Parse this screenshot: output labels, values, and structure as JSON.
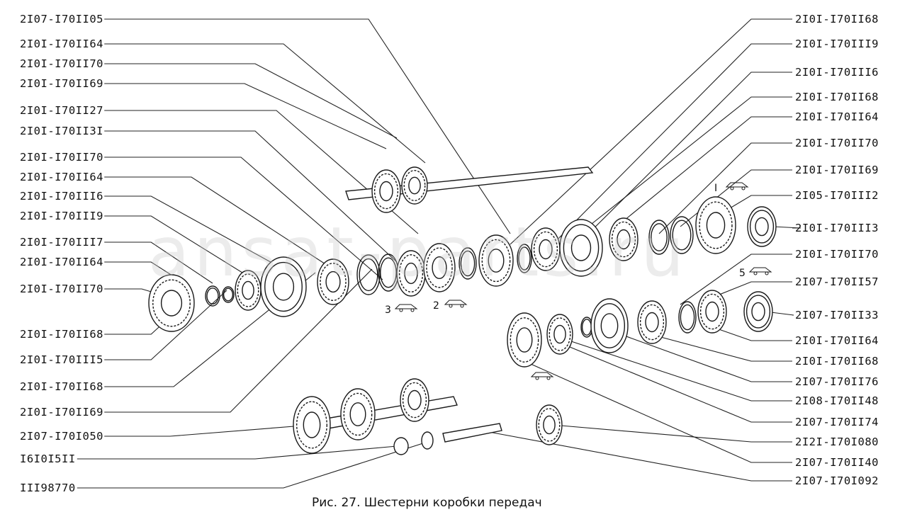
{
  "caption": "Рис. 27. Шестерни коробки передач",
  "watermark": "ansat-parts.ru",
  "left_labels": [
    "2I07-I70II05",
    "2I0I-I70II64",
    "2I0I-I70II70",
    "2I0I-I70II69",
    "2I0I-I70II27",
    "2I0I-I70II3I",
    "2I0I-I70II70",
    "2I0I-I70II64",
    "2I0I-I70III6",
    "2I0I-I70III9",
    "2I0I-I70III7",
    "2I0I-I70II64",
    "2I0I-I70II70",
    "2I0I-I70II68",
    "2I0I-I70III5",
    "2I0I-I70II68",
    "2I0I-I70II69",
    "2I07-I70I050",
    "I6I0I5II",
    "III98770"
  ],
  "right_labels": [
    "2I0I-I70II68",
    "2I0I-I70III9",
    "2I0I-I70III6",
    "2I0I-I70II68",
    "2I0I-I70II64",
    "2I0I-I70II70",
    "2I0I-I70II69",
    "2I05-I70III2",
    "2I0I-I70III3",
    "2I0I-I70II70",
    "2I07-I70II57",
    "2I07-I70II33",
    "2I0I-I70II64",
    "2I0I-I70II68",
    "2I07-I70II76",
    "2I08-I70II48",
    "2I07-I70II74",
    "2I2I-I70I080",
    "2I07-I70II40",
    "2I07-I70I092"
  ],
  "markers": [
    "I",
    "5",
    "3",
    "2"
  ]
}
